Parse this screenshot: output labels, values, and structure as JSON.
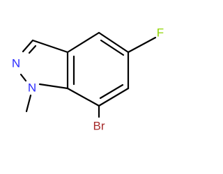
{
  "molecule": {
    "atoms": {
      "fluorine": "F",
      "nitrogen_2": "N",
      "nitrogen_1": "N",
      "bromine": "Br"
    },
    "colors": {
      "bond": "#000000",
      "fluorine": "#8fd400",
      "nitrogen": "#2b2bff",
      "bromine": "#a52a2a"
    }
  }
}
